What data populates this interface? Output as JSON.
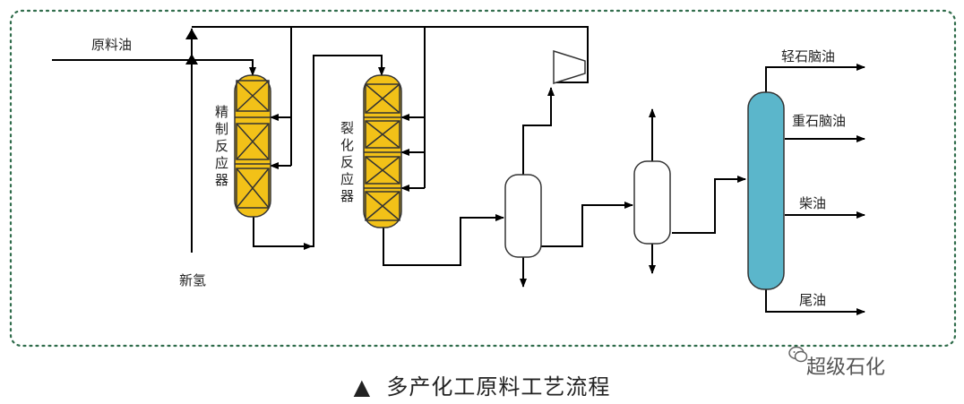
{
  "labels": {
    "feed_oil": "原料油",
    "fresh_hydrogen": "新氢",
    "refining_reactor": "精制反应器",
    "cracking_reactor": "裂化反应器",
    "light_naphtha": "轻石脑油",
    "heavy_naphtha": "重石脑油",
    "diesel": "柴油",
    "tail_oil": "尾油"
  },
  "caption": {
    "marker": "▲",
    "text": "多产化工原料工艺流程"
  },
  "brand": {
    "name": "超级石化"
  },
  "colors": {
    "reactor_fill": "#F2C118",
    "column_fill": "#5BB6CB",
    "border_dots": "#2E6B4A",
    "line": "#000000"
  }
}
